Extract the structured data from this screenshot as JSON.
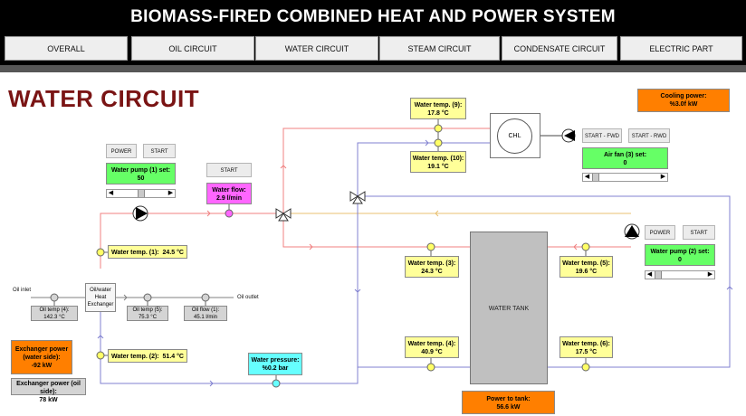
{
  "header": {
    "title": "BIOMASS-FIRED COMBINED HEAT AND POWER SYSTEM"
  },
  "tabs": [
    "OVERALL",
    "OIL CIRCUIT",
    "WATER CIRCUIT",
    "STEAM CIRCUIT",
    "CONDENSATE CIRCUIT",
    "ELECTRIC PART"
  ],
  "page": {
    "title": "WATER CIRCUIT"
  },
  "colors": {
    "hot_pipe": "#f08080",
    "cold_pipe": "#8080d0",
    "oil_pipe": "#808080",
    "accent_title": "#7a1414"
  },
  "cooling_power": {
    "label": "Cooling power:",
    "value": "%3.0f kW"
  },
  "chl": {
    "label": "CHL"
  },
  "fan_buttons": {
    "fwd": "START - FWD",
    "rwd": "START - RWD"
  },
  "air_fan": {
    "label": "Air fan (3) set:",
    "value": "0"
  },
  "pump1": {
    "power": "POWER",
    "start": "START",
    "label": "Water pump (1) set:",
    "value": "50"
  },
  "pump2": {
    "power": "POWER",
    "start": "START",
    "label": "Water pump (2) set:",
    "value": "0"
  },
  "flow": {
    "start": "START",
    "label": "Water flow:",
    "value": "2.9 l/min"
  },
  "temps": {
    "t1": {
      "label": "Water temp. (1):",
      "value": "24.5 °C"
    },
    "t2": {
      "label": "Water temp. (2):",
      "value": "51.4 °C"
    },
    "t3": {
      "label": "Water temp. (3):",
      "value": "24.3 °C"
    },
    "t4": {
      "label": "Water temp. (4):",
      "value": "40.9 °C"
    },
    "t5": {
      "label": "Water temp. (5):",
      "value": "19.6 °C"
    },
    "t6": {
      "label": "Water temp. (6):",
      "value": "17.5 °C"
    },
    "t9": {
      "label": "Water temp. (9):",
      "value": "17.8 °C"
    },
    "t10": {
      "label": "Water temp. (10):",
      "value": "19.1 °C"
    }
  },
  "pressure": {
    "label": "Water pressure:",
    "value": "%0.2 bar"
  },
  "tank": {
    "label": "WATER TANK"
  },
  "power_tank": {
    "label": "Power to tank:",
    "value": "56.6 kW"
  },
  "exchanger": {
    "label": "Oil/water Heat Exchanger"
  },
  "oil": {
    "inlet": "Oil inlet",
    "outlet": "Oil outlet",
    "t4": {
      "label": "Oil temp (4):",
      "value": "142.3 °C"
    },
    "t5": {
      "label": "Oil temp (5):",
      "value": "75.3 °C"
    },
    "flow": {
      "label": "Oil flow (1):",
      "value": "45.1 l/min"
    }
  },
  "exch_power_water": {
    "label": "Exchanger power (water side):",
    "value": "-92 kW"
  },
  "exch_power_oil": {
    "label": "Exchanger power (oil side):",
    "value": "78 kW"
  }
}
